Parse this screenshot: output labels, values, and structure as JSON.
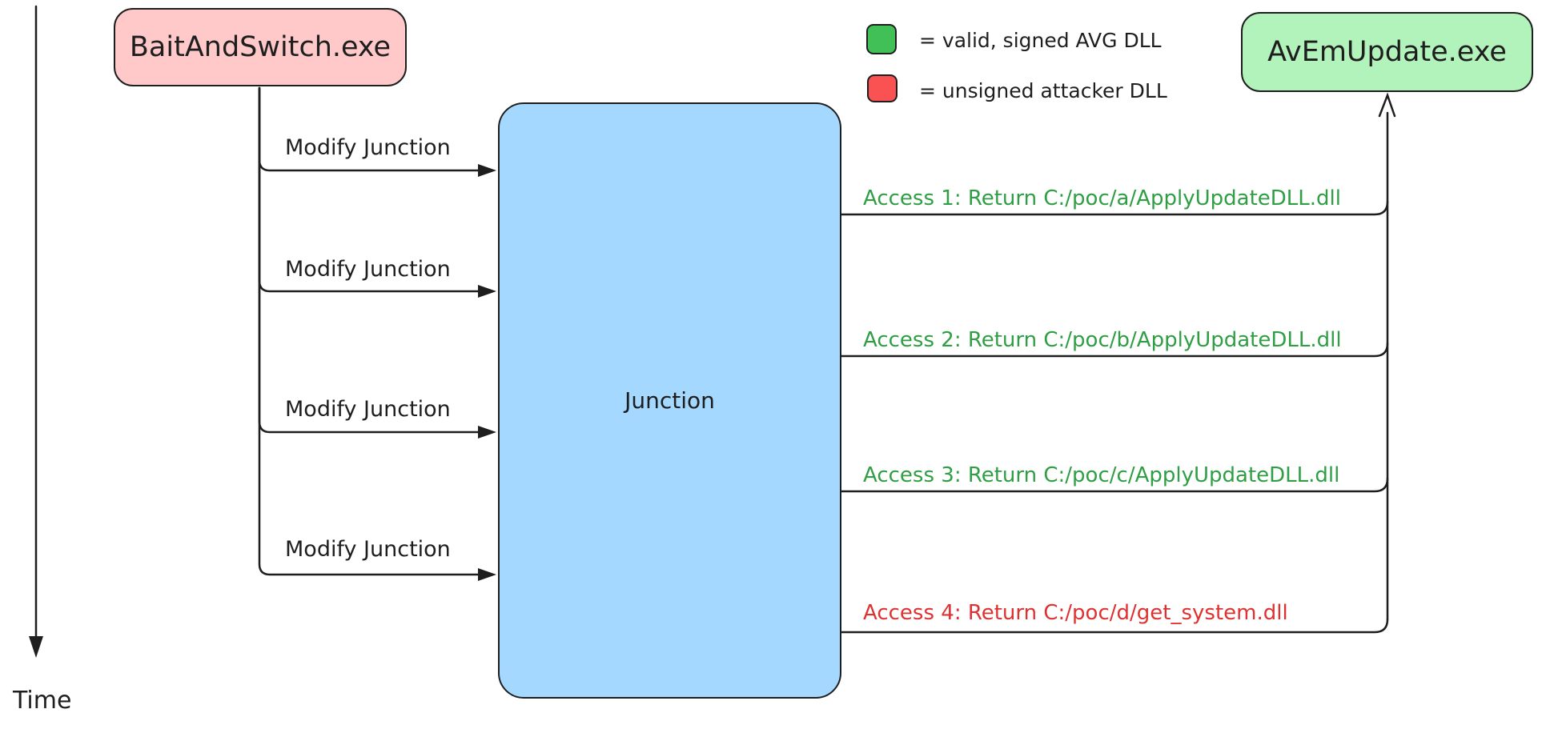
{
  "time_axis": {
    "label": "Time"
  },
  "nodes": {
    "attacker": {
      "label": "BaitAndSwitch.exe",
      "fill": "#ffc9c9"
    },
    "junction": {
      "label": "Junction",
      "fill": "#a5d8ff"
    },
    "updater": {
      "label": "AvEmUpdate.exe",
      "fill": "#b2f2bb"
    }
  },
  "legend": {
    "items": [
      {
        "swatch_color": "#40c057",
        "label": "= valid, signed AVG DLL"
      },
      {
        "swatch_color": "#fa5252",
        "label": "= unsigned attacker DLL"
      }
    ]
  },
  "modify_arrows": [
    {
      "label": "Modify Junction"
    },
    {
      "label": "Modify Junction"
    },
    {
      "label": "Modify Junction"
    },
    {
      "label": "Modify Junction"
    }
  ],
  "access_lines": [
    {
      "label": "Access 1: Return C:/poc/a/ApplyUpdateDLL.dll",
      "color": "#2f9e44"
    },
    {
      "label": "Access 2: Return C:/poc/b/ApplyUpdateDLL.dll",
      "color": "#2f9e44"
    },
    {
      "label": "Access 3: Return C:/poc/c/ApplyUpdateDLL.dll",
      "color": "#2f9e44"
    },
    {
      "label": "Access 4: Return C:/poc/d/get_system.dll",
      "color": "#e03131"
    }
  ],
  "colors": {
    "stroke": "#1e1e1e",
    "background": "#ffffff"
  }
}
